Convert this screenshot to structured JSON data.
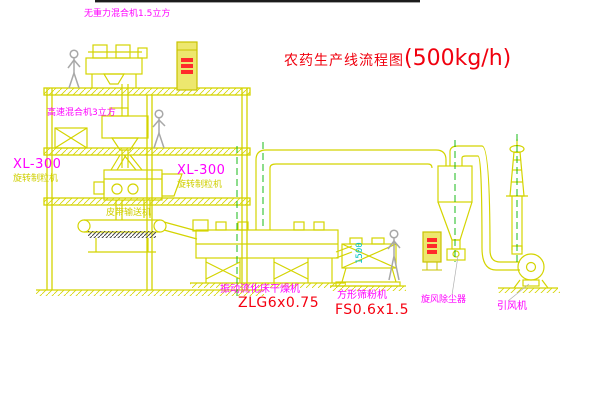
{
  "title": {
    "text": "农药生产线流程图",
    "capacity": "(500kg/h)"
  },
  "equipment_labels": {
    "gravity_mixer": "无重力混合机1.5立方",
    "high_speed_mixer": "高速混合机3立方",
    "granulator_left": {
      "model": "XL-300",
      "name": "旋转制粒机"
    },
    "granulator_center": {
      "model": "XL-300",
      "name": "旋转制粒机"
    },
    "belt_conveyor": "皮带输送机",
    "fluid_bed_dryer": {
      "name": "振动流化床干燥机",
      "model": "ZLG6x0.75"
    },
    "square_sieve": {
      "name": "方形筛粉机",
      "model": "FS0.6x1.5"
    },
    "cyclone": "旋风除尘器",
    "induced_draft_fan": "引风机"
  },
  "dimensions": {
    "sieve_width": "1500"
  },
  "colors": {
    "line_yellow": "#d4d400",
    "label_magenta": "#ff00ff",
    "label_red": "#f50010",
    "centerline_green": "#00b400",
    "dimension_cyan": "#00c2c2",
    "figure_gray": "#a8a8a8"
  }
}
